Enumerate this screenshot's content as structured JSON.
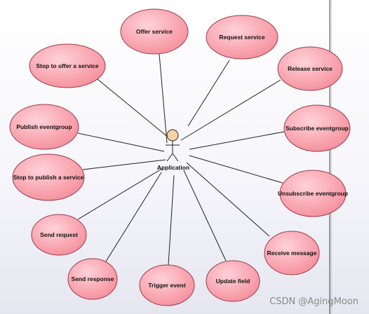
{
  "diagram": {
    "actor": {
      "label": "Application"
    },
    "use_cases": [
      {
        "id": "offer-service",
        "label": "Offer service"
      },
      {
        "id": "request-service",
        "label": "Request service"
      },
      {
        "id": "release-service",
        "label": "Release service"
      },
      {
        "id": "subscribe-eventgroup",
        "label": "Subscribe eventgroup"
      },
      {
        "id": "unsubscribe-eventgroup",
        "label": "Unsubscribe eventgroup"
      },
      {
        "id": "receive-message",
        "label": "Receive message"
      },
      {
        "id": "update-field",
        "label": "Update field"
      },
      {
        "id": "trigger-event",
        "label": "Trigger event"
      },
      {
        "id": "send-response",
        "label": "Send response"
      },
      {
        "id": "send-request",
        "label": "Send request"
      },
      {
        "id": "stop-to-publish-a-service",
        "label": "Stop to publish a service"
      },
      {
        "id": "publish-eventgroup",
        "label": "Publish eventgroup"
      },
      {
        "id": "stop-to-offer-a-service",
        "label": "Stop to offer a service"
      }
    ],
    "colors": {
      "use_case_fill_light": "#ffd2d8",
      "use_case_fill_dark": "#f48a98",
      "use_case_stroke": "#9a3a4a",
      "actor_head": "#f6d2a4",
      "line": "#222222"
    }
  },
  "watermark": {
    "text": "CSDN @AgingMoon"
  }
}
